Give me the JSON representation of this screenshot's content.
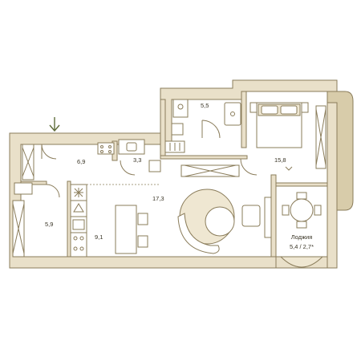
{
  "rooms": {
    "hall": "6,9",
    "wardrobe": "3,3",
    "bathroom": "5,5",
    "bedroom": "15,8",
    "living": "17,3",
    "storage": "5,9",
    "kitchen": "9,1",
    "loggia_name": "Лоджия",
    "loggia_area": "5,4 / 2,7*"
  },
  "icons": {
    "entrance": "arrow-down-icon"
  },
  "colors": {
    "wall": "#e9e0c9",
    "outline": "#8a7c5a",
    "entrance_arrow": "#5f6d3a"
  }
}
